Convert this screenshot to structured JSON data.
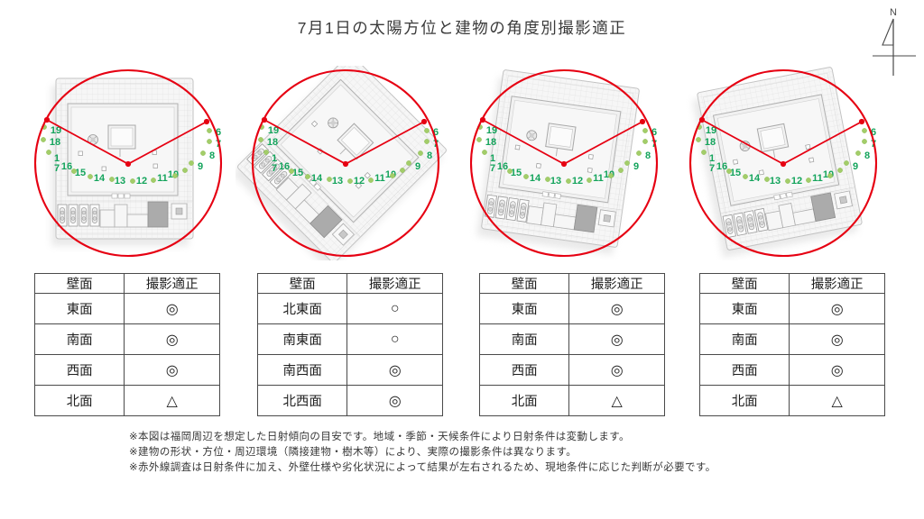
{
  "title": "7月1日の太陽方位と建物の角度別撮影適正",
  "compass": {
    "label": "N"
  },
  "colors": {
    "red": "#e60012",
    "hour_label_green": "#14a45c",
    "dot_green": "#a3cd69",
    "dot_green_edge": "#8cbd52",
    "building_line": "#c2c2c2",
    "building_fill": "#f6f6f6",
    "table_border": "#4a4a4a"
  },
  "sun_path": {
    "circle_radius": 103,
    "vertex_left": [
      -90,
      -48
    ],
    "vertex_center": [
      0,
      1
    ],
    "vertex_right": [
      87,
      -46
    ],
    "hours": [
      {
        "hour": "6",
        "dot": [
          90,
          -36
        ],
        "label": [
          100,
          -35
        ]
      },
      {
        "hour": "7",
        "dot": [
          90,
          -24
        ],
        "label": [
          100,
          -22
        ]
      },
      {
        "hour": "8",
        "dot": [
          83,
          -11
        ],
        "label": [
          93,
          -9
        ]
      },
      {
        "hour": "9",
        "dot": [
          70,
          0
        ],
        "label": [
          80,
          3
        ]
      },
      {
        "hour": "10",
        "dot": [
          63,
          8
        ],
        "label": [
          50,
          12
        ]
      },
      {
        "hour": "11",
        "dot": [
          52,
          14
        ],
        "label": [
          38,
          16
        ]
      },
      {
        "hour": "12",
        "dot": [
          28,
          19
        ],
        "label": [
          15,
          19
        ]
      },
      {
        "hour": "13",
        "dot": [
          5,
          20
        ],
        "label": [
          -9,
          19
        ]
      },
      {
        "hour": "14",
        "dot": [
          -18,
          18
        ],
        "label": [
          -32,
          16
        ]
      },
      {
        "hour": "15",
        "dot": [
          -42,
          15
        ],
        "label": [
          -53,
          10
        ]
      },
      {
        "hour": "16",
        "dot": [
          -60,
          9
        ],
        "label": [
          -68,
          3
        ]
      },
      {
        "hour": "17",
        "dot": [
          -88,
          -12
        ],
        "label": [
          -79,
          -6
        ],
        "stacked": true
      },
      {
        "hour": "18",
        "dot": [
          -94,
          -26
        ],
        "label": [
          -81,
          -24
        ]
      },
      {
        "hour": "19",
        "dot": [
          -93,
          -40
        ],
        "label": [
          -80,
          -37
        ]
      }
    ]
  },
  "panels": [
    {
      "name": "case-1",
      "building_rotation_deg": 0,
      "table": {
        "headers": [
          "壁面",
          "撮影適正"
        ],
        "rows": [
          {
            "wall": "東面",
            "rating": "◎"
          },
          {
            "wall": "南面",
            "rating": "◎"
          },
          {
            "wall": "西面",
            "rating": "◎"
          },
          {
            "wall": "北面",
            "rating": "△"
          }
        ]
      }
    },
    {
      "name": "case-2",
      "building_rotation_deg": 45,
      "table": {
        "headers": [
          "壁面",
          "撮影適正"
        ],
        "rows": [
          {
            "wall": "北東面",
            "rating": "○"
          },
          {
            "wall": "南東面",
            "rating": "○"
          },
          {
            "wall": "南西面",
            "rating": "◎"
          },
          {
            "wall": "北西面",
            "rating": "◎"
          }
        ]
      }
    },
    {
      "name": "case-3",
      "building_rotation_deg": 8,
      "table": {
        "headers": [
          "壁面",
          "撮影適正"
        ],
        "rows": [
          {
            "wall": "東面",
            "rating": "◎"
          },
          {
            "wall": "南面",
            "rating": "◎"
          },
          {
            "wall": "西面",
            "rating": "◎"
          },
          {
            "wall": "北面",
            "rating": "△"
          }
        ]
      }
    },
    {
      "name": "case-4",
      "building_rotation_deg": -11,
      "table": {
        "headers": [
          "壁面",
          "撮影適正"
        ],
        "rows": [
          {
            "wall": "東面",
            "rating": "◎"
          },
          {
            "wall": "南面",
            "rating": "◎"
          },
          {
            "wall": "西面",
            "rating": "◎"
          },
          {
            "wall": "北面",
            "rating": "△"
          }
        ]
      }
    }
  ],
  "notes": [
    "※本図は福岡周辺を想定した日射傾向の目安です。地域・季節・天候条件により日射条件は変動します。",
    "※建物の形状・方位・周辺環境（隣接建物・樹木等）により、実際の撮影条件は異なります。",
    "※赤外線調査は日射条件に加え、外壁仕様や劣化状況によって結果が左右されるため、現地条件に応じた判断が必要です。"
  ]
}
